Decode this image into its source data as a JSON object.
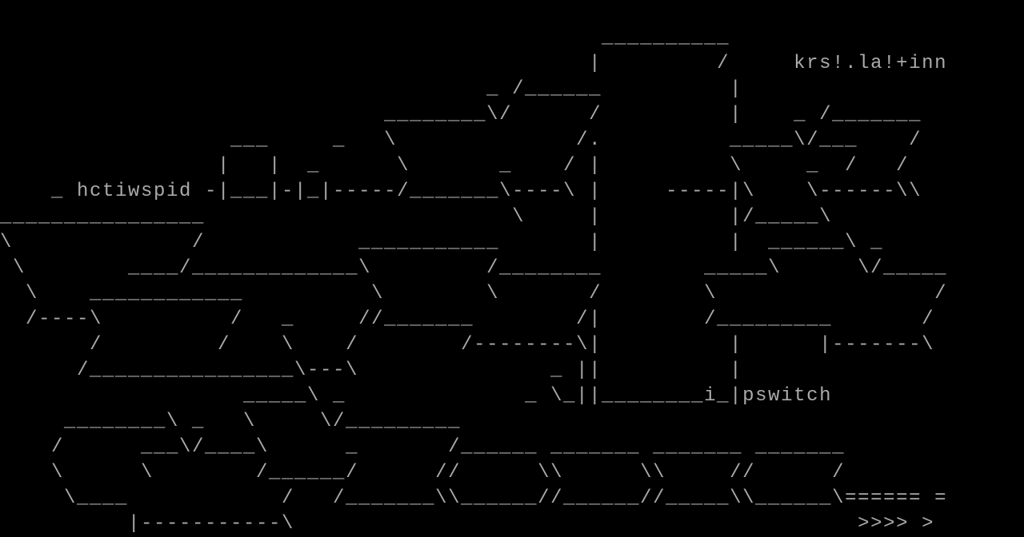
{
  "terminal": {
    "colors": {
      "background": "#000000",
      "foreground": "#aaaaaa"
    },
    "rows": [
      "",
      "                                               __________",
      "                                              |         /     krs!.la!+inn",
      "                                      _ /______          |",
      "                              ________\\/      /          |    _ /_______",
      "                  ___     _   \\              /.          _____\\/___    /",
      "                 |   |  _      \\       _    / |          \\     _  /   /",
      "    _ hctiwspid -|___|-|_|-----/_______\\----\\ |     -----|\\    \\------\\\\",
      "________________                        \\     |          |/_____\\",
      "\\              /            ___________       |          |  ______\\ _",
      " \\        ____/_____________\\         /________        _____\\      \\/_____",
      "  \\    ____________          \\        \\       /        \\                 /",
      "  /----\\          /   _     //_______        /|        /_________       /",
      "       /         /    \\    /        /--------\\|          |      |-------\\",
      "      /________________\\---\\               _ ||          |",
      "                   _____\\ _              _ \\_||________i_|pswitch",
      "     ________\\ _   \\     \\/_________",
      "    /      ___\\/____\\      _       /______ _______ _______ _______",
      "    \\      \\        /______/      //      \\\\      \\\\     //      /",
      "     \\____            /   /_______\\\\______//______//_____\\\\______\\====== =",
      "          |-----------\\                                            >>>> >"
    ]
  }
}
